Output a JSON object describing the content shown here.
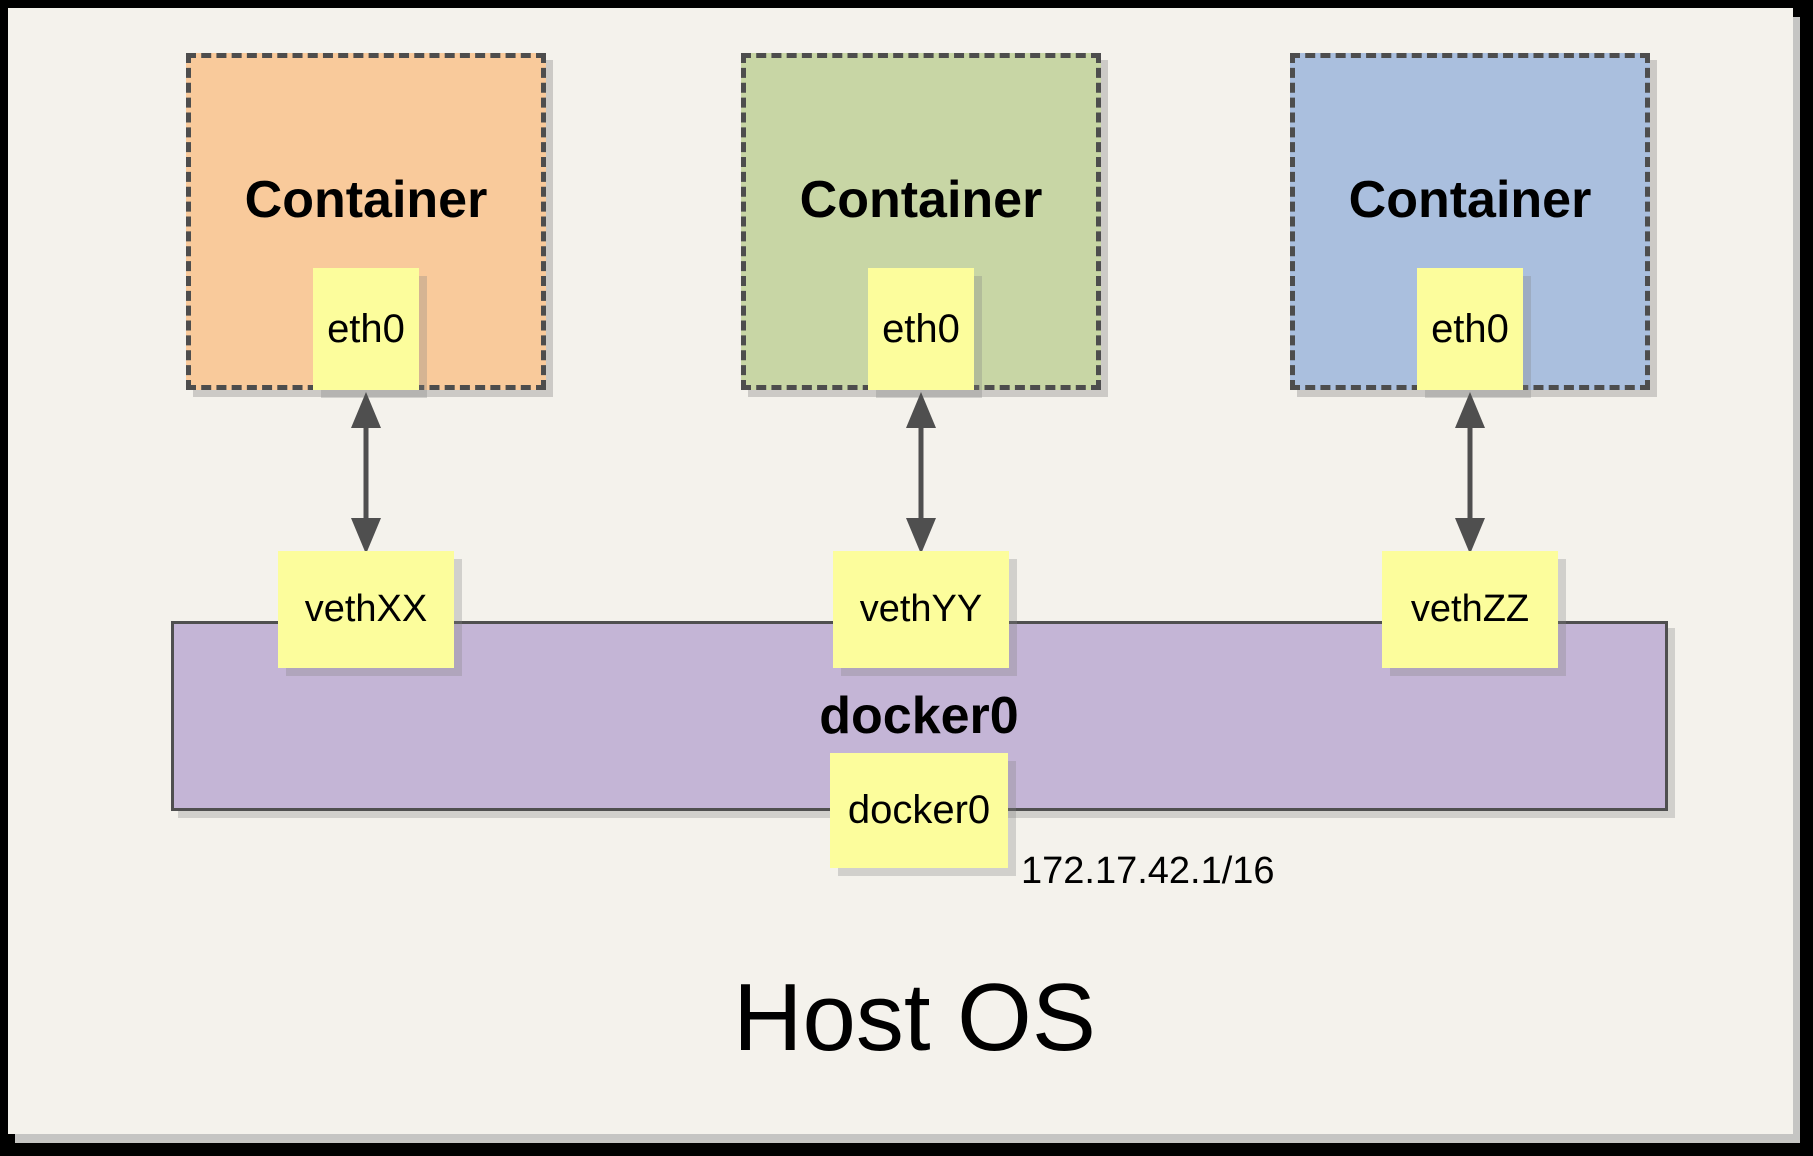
{
  "frame": {
    "background": "#F4F2EC",
    "border_color": "#000000",
    "shadow_color": "#C5C5C3"
  },
  "containers": [
    {
      "label": "Container",
      "interface": "eth0",
      "veth": "vethXX",
      "fill": "#F9CA9B"
    },
    {
      "label": "Container",
      "interface": "eth0",
      "veth": "vethYY",
      "fill": "#C8D6A5"
    },
    {
      "label": "Container",
      "interface": "eth0",
      "veth": "vethZZ",
      "fill": "#AABFDE"
    }
  ],
  "bridge": {
    "name": "docker0",
    "interface": "docker0",
    "ip": "172.17.42.1/16",
    "fill": "#C4B5D6",
    "border_color": "#4F4F4F"
  },
  "host": {
    "label": "Host OS"
  },
  "accents": {
    "note_fill": "#FCFD9C",
    "dash_border_color": "#4D4D4D",
    "arrow_color": "#4F4F4F"
  }
}
